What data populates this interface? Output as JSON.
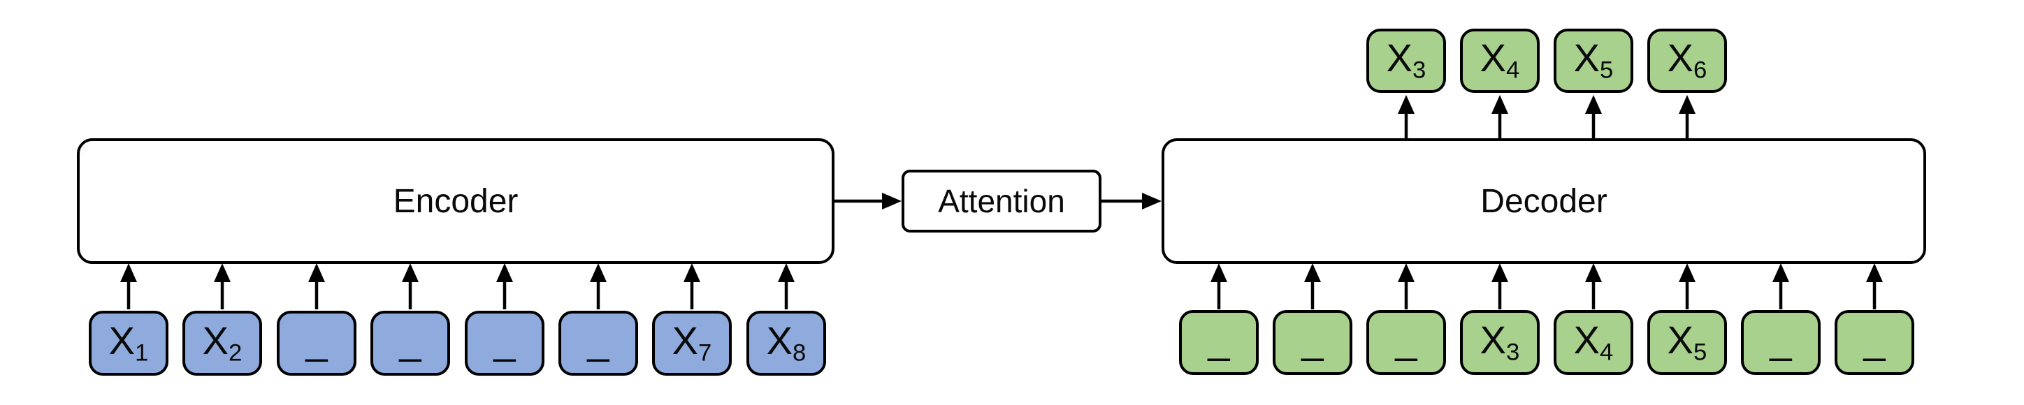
{
  "encoder": {
    "label": "Encoder"
  },
  "attention": {
    "label": "Attention"
  },
  "decoder": {
    "label": "Decoder"
  },
  "encoder_inputs": [
    {
      "base": "X",
      "sub": "1"
    },
    {
      "base": "X",
      "sub": "2"
    },
    {
      "base": "_",
      "sub": ""
    },
    {
      "base": "_",
      "sub": ""
    },
    {
      "base": "_",
      "sub": ""
    },
    {
      "base": "_",
      "sub": ""
    },
    {
      "base": "X",
      "sub": "7"
    },
    {
      "base": "X",
      "sub": "8"
    }
  ],
  "decoder_inputs": [
    {
      "base": "_",
      "sub": ""
    },
    {
      "base": "_",
      "sub": ""
    },
    {
      "base": "_",
      "sub": ""
    },
    {
      "base": "X",
      "sub": "3"
    },
    {
      "base": "X",
      "sub": "4"
    },
    {
      "base": "X",
      "sub": "5"
    },
    {
      "base": "_",
      "sub": ""
    },
    {
      "base": "_",
      "sub": ""
    }
  ],
  "decoder_outputs": [
    {
      "base": "X",
      "sub": "3"
    },
    {
      "base": "X",
      "sub": "4"
    },
    {
      "base": "X",
      "sub": "5"
    },
    {
      "base": "X",
      "sub": "6"
    }
  ],
  "colors": {
    "input_token_fill": "#8FAADC",
    "output_token_fill": "#A9D18E",
    "stroke": "#000000",
    "background": "#FFFFFF"
  }
}
